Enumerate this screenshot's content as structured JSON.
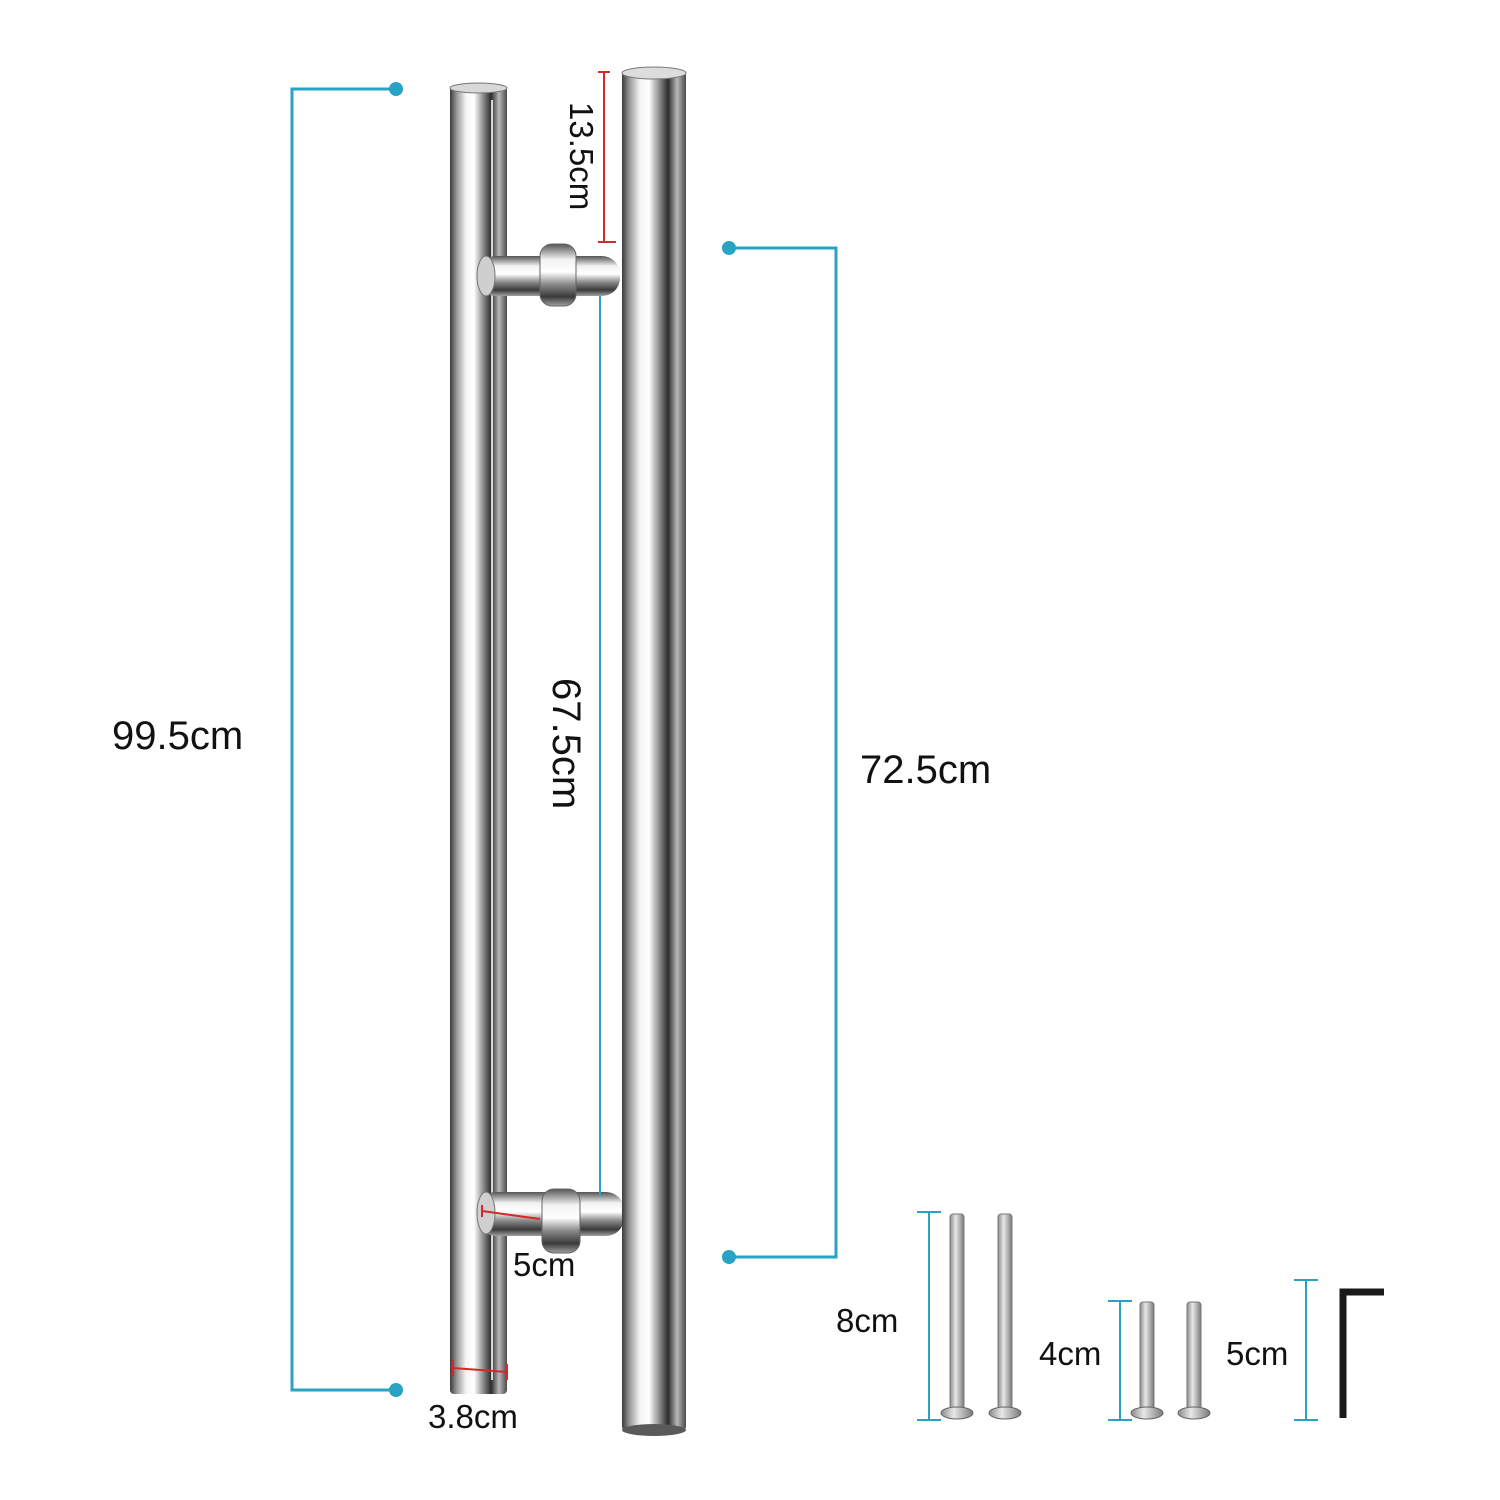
{
  "dimensions": {
    "overall_length": "99.5cm",
    "mount_length": "72.5cm",
    "inner_clearance": "67.5cm",
    "top_overhang": "13.5cm",
    "standoff_depth": "5cm",
    "bar_diameter": "3.8cm"
  },
  "hardware": {
    "long_screw_length": "8cm",
    "short_screw_length": "4cm",
    "hex_key_length": "5cm"
  },
  "colors": {
    "dimension_line": "#29a3c4",
    "red_marker": "#d62828",
    "text": "#111111"
  }
}
